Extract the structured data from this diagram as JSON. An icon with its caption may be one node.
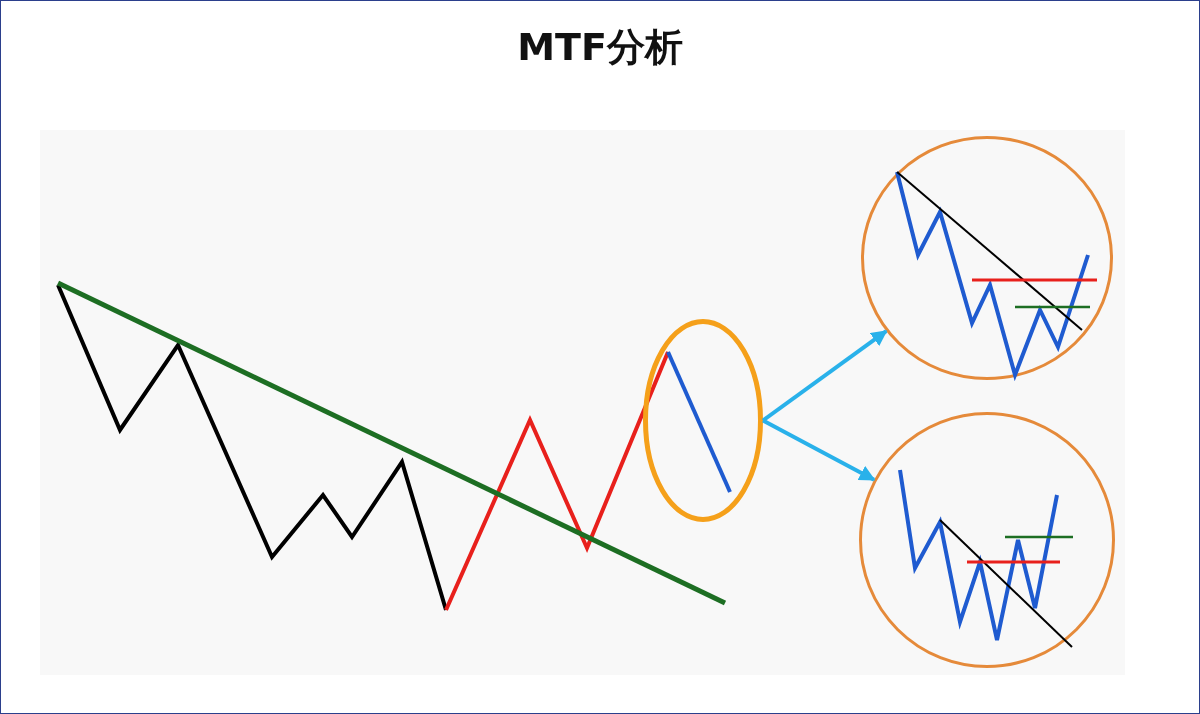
{
  "diagram": {
    "title": "MTF分析",
    "nodes": [
      {
        "text": [],
        "shape": "circle"
      },
      {
        "text": [],
        "shape": "circle"
      },
      {
        "text": [],
        "shape": "circle"
      }
    ],
    "edges": [
      {
        "from": 0,
        "to": 1,
        "arrow": "to"
      },
      {
        "from": 0,
        "to": 2,
        "arrow": "to"
      }
    ]
  }
}
